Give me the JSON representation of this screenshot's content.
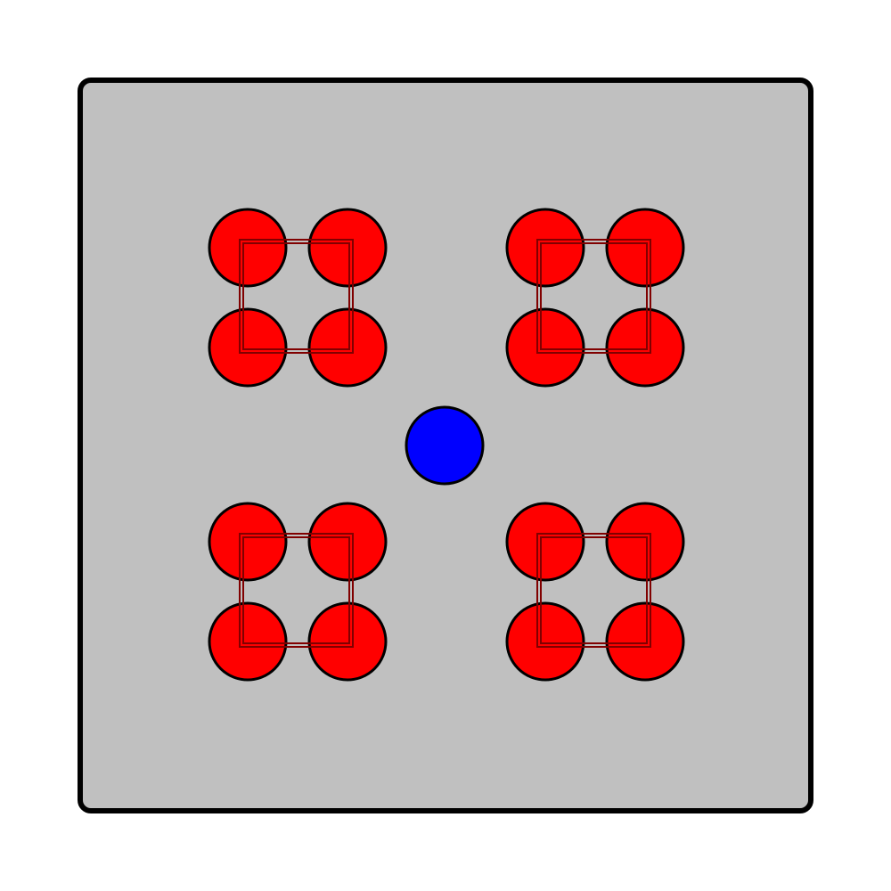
{
  "colors": {
    "background": "#ffffff",
    "panel_fill": "#c0c0c0",
    "panel_stroke": "#000000",
    "cluster_fill": "#ff0000",
    "cluster_outline": "#000000",
    "cluster_frame": "#800000",
    "center_fill": "#0000ff",
    "center_outline": "#000000"
  },
  "panel": {
    "shape": "rounded-square"
  },
  "clusters": [
    {
      "name": "top-left",
      "circle_count": 4
    },
    {
      "name": "top-right",
      "circle_count": 4
    },
    {
      "name": "bottom-left",
      "circle_count": 4
    },
    {
      "name": "bottom-right",
      "circle_count": 4
    }
  ],
  "center_marker": {
    "shape": "circle"
  }
}
